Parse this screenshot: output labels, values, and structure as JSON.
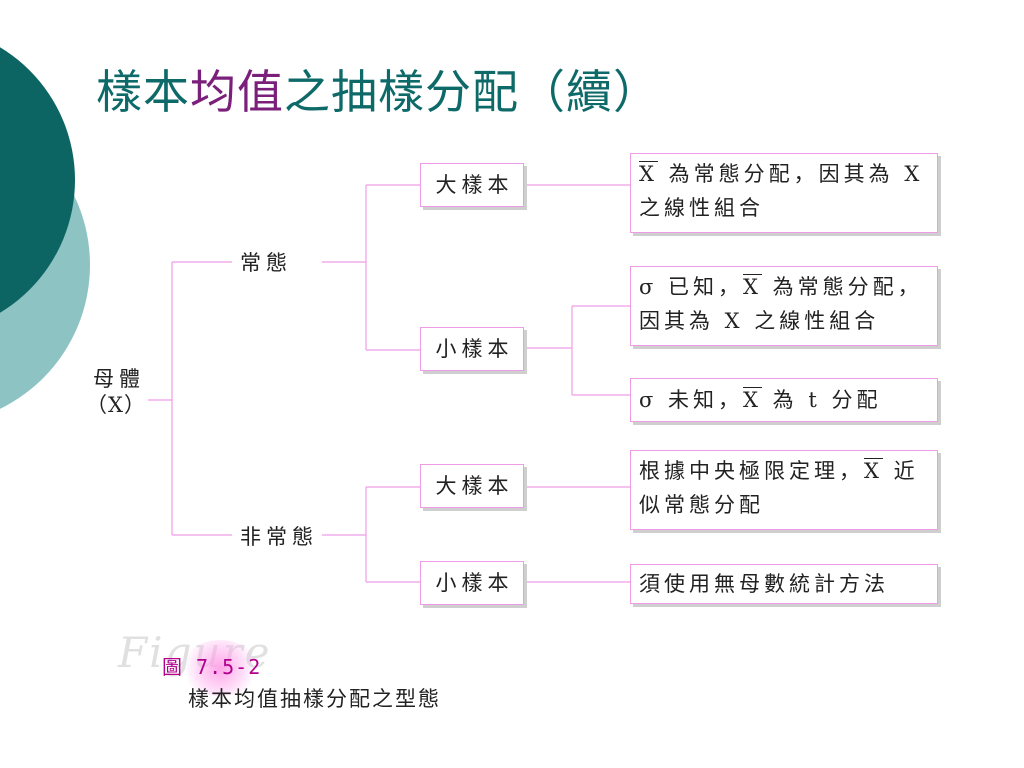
{
  "slide": {
    "title_part1": "樣本",
    "title_highlight": "均值",
    "title_part2": "之抽樣分配（續）"
  },
  "diagram": {
    "root_line1": "母體",
    "root_line2": "（X）",
    "branches": [
      {
        "label": "常態",
        "children": [
          {
            "label": "大樣本",
            "results": [
              {
                "overline": "X",
                "text": "為常態分配，因其為 X",
                "line2": "之線性組合"
              }
            ]
          },
          {
            "label": "小樣本",
            "results": [
              {
                "prefix": "σ 已知，",
                "overline": "X",
                "text": "為常態分配，",
                "line2": "因其為 X 之線性組合"
              },
              {
                "prefix": "σ 未知，",
                "overline": "X",
                "text": "為 t 分配"
              }
            ]
          }
        ]
      },
      {
        "label": "非常態",
        "children": [
          {
            "label": "大樣本",
            "results": [
              {
                "prefix": "根據中央極限定理，",
                "overline": "X",
                "text": "近",
                "line2": "似常態分配"
              }
            ]
          },
          {
            "label": "小樣本",
            "results": [
              {
                "text": "須使用無母數統計方法"
              }
            ]
          }
        ]
      }
    ]
  },
  "figure": {
    "watermark": "Figure",
    "number": "圖 7.5-2",
    "caption": "樣本均值抽樣分配之型態"
  },
  "colors": {
    "title": "#0e6a68",
    "title_highlight": "#7a1f7a",
    "connector": "#ef9ce6",
    "figure_number": "#b3008f",
    "deco_dark": "#0d6563",
    "deco_light": "#8ec3c4"
  }
}
